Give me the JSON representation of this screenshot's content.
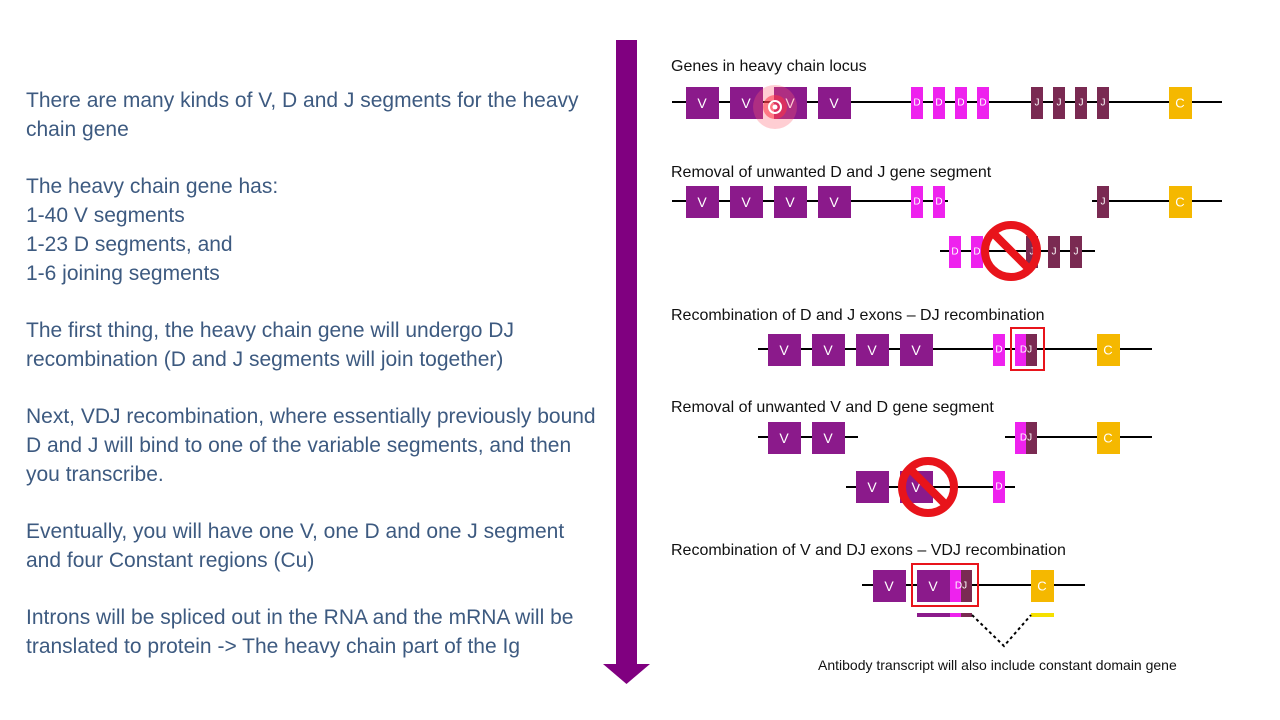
{
  "left_text": {
    "p1": "There are many kinds of V, D and J segments for the heavy chain gene",
    "p2": "The heavy chain gene has:\n1-40 V segments\n1-23 D segments, and\n1-6 joining segments",
    "p3": "The first thing, the heavy chain gene will undergo DJ recombination  (D and J segments will join together)",
    "p4": "Next, VDJ recombination, where essentially previously bound D and J will  bind to one of the variable segments, and then you transcribe.",
    "p5": "Eventually, you will have one V, one D and one J segment and four Constant regions (Cu)",
    "p6": "Introns will be spliced out in the RNA and the mRNA  will be translated to protein -> The heavy chain part of the Ig"
  },
  "diagram": {
    "step1_title": "Genes in heavy chain locus",
    "step2_title": "Removal of unwanted D and J gene segment",
    "step3_title": "Recombination of D and J exons – DJ recombination",
    "step4_title": "Removal of unwanted V and D gene segment",
    "step5_title": "Recombination of V and DJ exons – VDJ recombination",
    "transcript_note": "Antibody transcript will also include constant domain gene",
    "v_label": "V",
    "d_label": "D",
    "j_label": "J",
    "dj_label": "DJ",
    "c_label": "C"
  },
  "colors": {
    "text_blue": "#3d5a80",
    "arrow_purple": "#800080",
    "v_segment": "#8b1a8b",
    "d_segment": "#ee22ee",
    "j_segment": "#7a2a52",
    "c_segment": "#f5b800",
    "highlight_red": "#e8141b"
  }
}
